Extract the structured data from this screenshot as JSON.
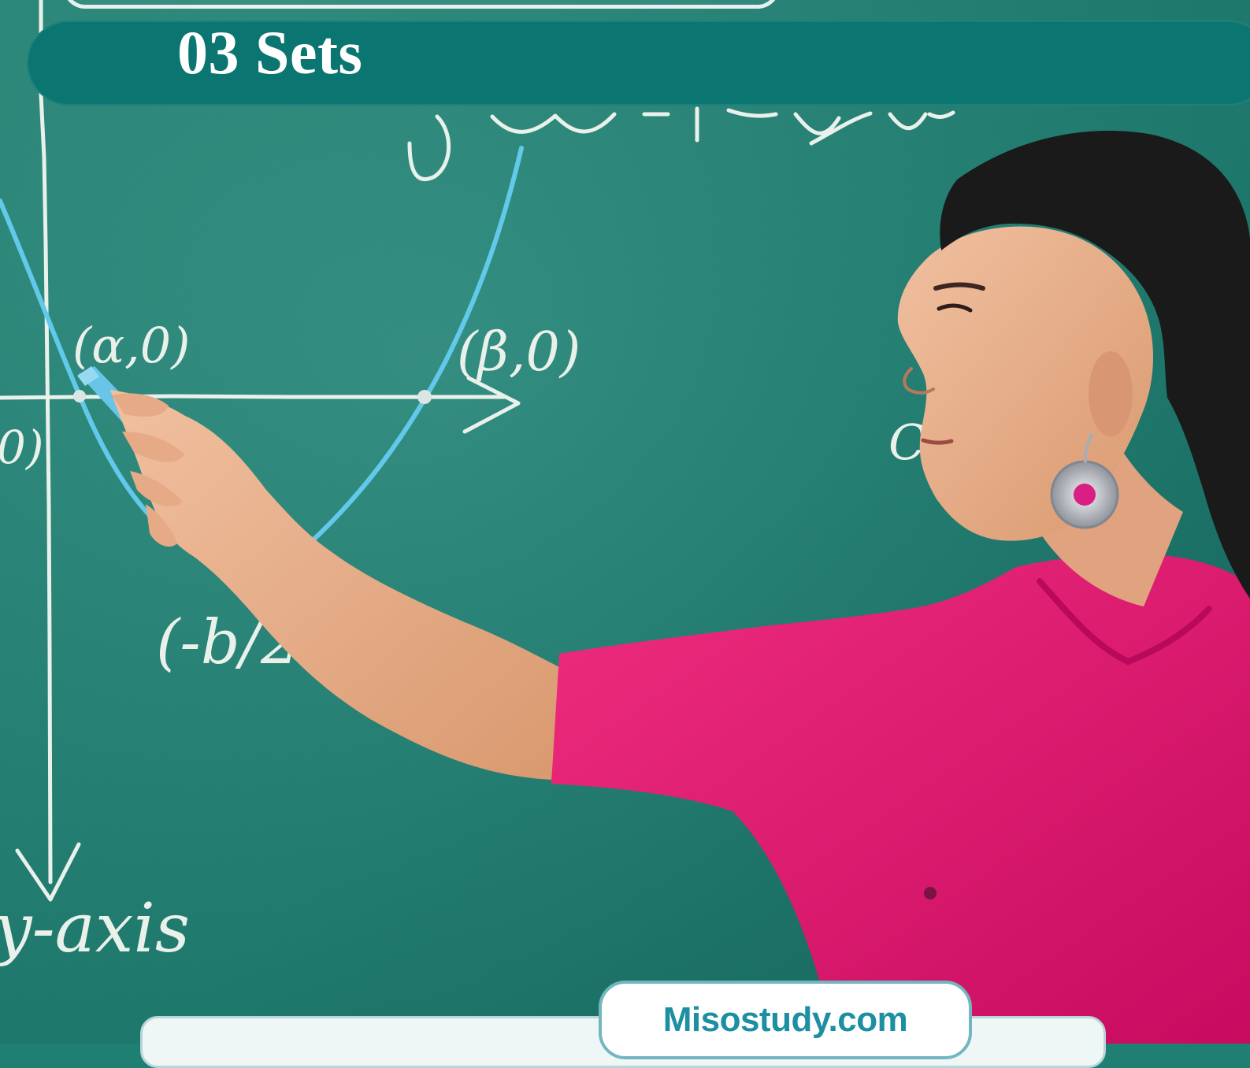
{
  "banner": {
    "title": "03 Sets"
  },
  "board": {
    "labels": {
      "alpha_point": "(α,0)",
      "beta_point": "(β,0)",
      "vertex": "(-b/2a,",
      "axis": "y-axis",
      "partial_left": "0)",
      "partial_right": "C"
    }
  },
  "watermark": {
    "text": "Misostudy.com"
  },
  "colors": {
    "board": "#1f7f72",
    "banner": "#0b7671",
    "chalk": "#e9f1ea",
    "curve": "#62c9ea",
    "shirt": "#e2166f",
    "hair": "#1a1a1a",
    "skin": "#e8b28f",
    "watermark_text": "#1c8fa3"
  }
}
